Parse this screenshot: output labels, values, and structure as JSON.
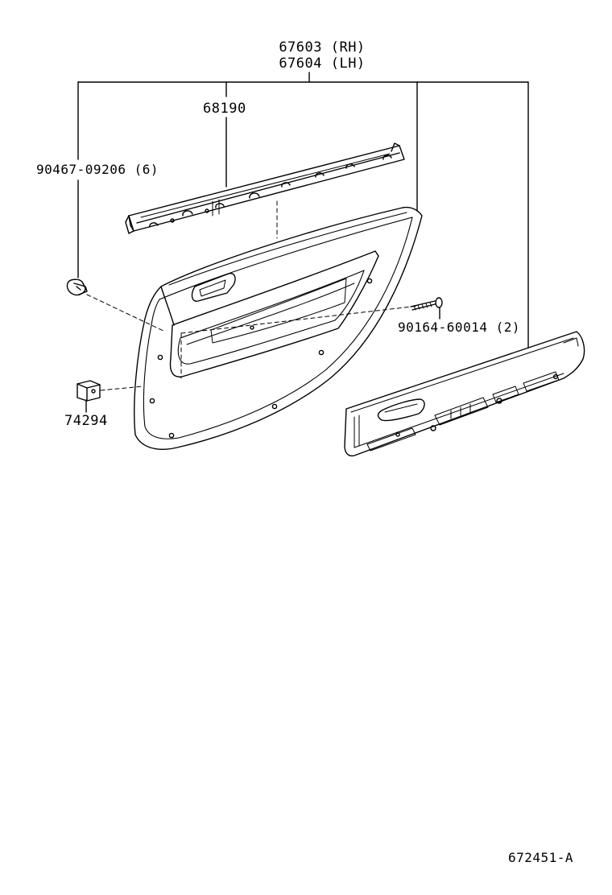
{
  "labels": {
    "assembly_rh": "67603 (RH)",
    "assembly_lh": "67604 (LH)",
    "weatherstrip": "68190",
    "clip_upper": "90467-09206 (6)",
    "screw": "90164-60014 (2)",
    "retainer": "74294",
    "diagram_id": "672451-A"
  },
  "colors": {
    "ink": "#000000",
    "paper": "#ffffff"
  }
}
